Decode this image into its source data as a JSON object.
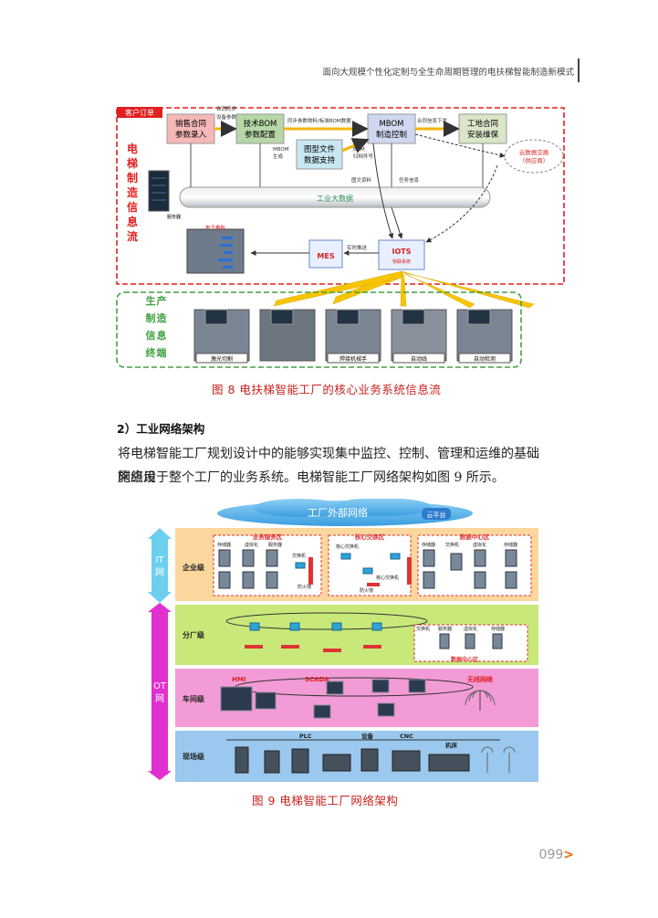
{
  "header": {
    "title": "面向大规模个性化定制与全生命周期管理的电扶梯智能制造新模式"
  },
  "figure8": {
    "caption": "图 8    电扶梯智能工厂的核心业务系统信息流",
    "customer_order": "客户订单",
    "left_label": [
      "电",
      "梯",
      "制",
      "造",
      "信",
      "息",
      "流"
    ],
    "bottom_label": [
      "生",
      "产",
      "制",
      "造",
      "信",
      "息",
      "终",
      "端"
    ],
    "boxes": {
      "sales": [
        "销售合同",
        "参数录入"
      ],
      "tech_bom": [
        "技术BOM",
        "参数配置"
      ],
      "mbom": [
        "MBOM",
        "制造控制"
      ],
      "site": [
        "工地合同",
        "安装维保"
      ],
      "drawing": [
        "图型文件",
        "数据支持"
      ],
      "cloud": [
        "云数据交换",
        "（供应商）"
      ]
    },
    "flow_labels": {
      "contract_sync": "合同同步",
      "device_params": "设备参数",
      "bom_sync": "同步参数物料/标准BOM数据",
      "contract_send": "合同信息下发",
      "mbom_gen": [
        "MBOM",
        "生成"
      ],
      "bom_track": [
        "BOM",
        "归档件号"
      ],
      "drawing_flow": "图文资料",
      "task_info": "任务信息",
      "realtime": "实时推送"
    },
    "bus": "工业大数据",
    "server": "服务器",
    "kanban": "电子看板",
    "mes": "MES",
    "iots": [
      "IOTS",
      "物联系统"
    ],
    "terminals": [
      "激光切割",
      "",
      "焊接机械手",
      "自动线",
      "自动检测"
    ]
  },
  "section": {
    "title": "2）工业网络架构"
  },
  "paragraph": {
    "line1": "将电梯智能工厂规划设计中的能够实现集中监控、控制、管理和运维的基础网络设",
    "line2": "施应用于整个工厂的业务系统。电梯智能工厂网络架构如图 9 所示。"
  },
  "figure9": {
    "caption": "图 9    电梯智能工厂网络架构",
    "cloud": "工厂外部网络",
    "cloud_badge": "云平台",
    "it": [
      "IT",
      "网"
    ],
    "ot": [
      "OT",
      "网"
    ],
    "levels": [
      "企业级",
      "分厂级",
      "车间级",
      "现场级"
    ],
    "zones": [
      "业务服务区",
      "核心交换区",
      "数据中心区"
    ],
    "zone_items": {
      "storage": "存储器",
      "virtual": "虚拟化",
      "server": "服务器",
      "switch": "交换机",
      "firewall": "防火墙",
      "core_switch": "核心交换机"
    },
    "branch_dc": "数据中心区",
    "workshop": {
      "hmi": "HMI",
      "scada": "SCADA",
      "wireless": "无线网络"
    },
    "field": {
      "plc": "PLC",
      "device": "设备",
      "cnc": "CNC",
      "robot": "机床"
    }
  },
  "page": {
    "number": "099",
    "arrow": ">"
  }
}
